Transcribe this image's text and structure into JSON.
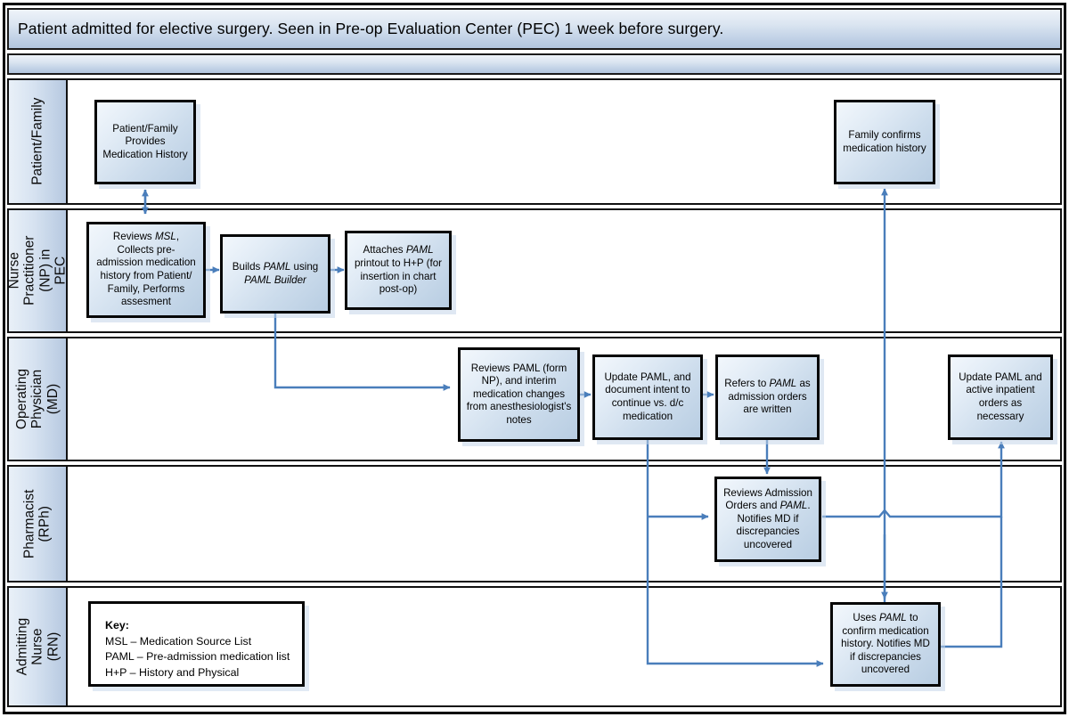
{
  "header": {
    "title": "Patient admitted for elective surgery. Seen in Pre-op Evaluation Center (PEC) 1 week before surgery."
  },
  "colors": {
    "connector": "#4a7ebb",
    "box_border": "#060606",
    "lane_header_fill": "#c3d3e7",
    "box_fill_light": "#f2f7fc",
    "box_fill_dark": "#b8cde2",
    "banner_fill": "#c3d3e7"
  },
  "lanes": [
    {
      "id": "patient-family",
      "label": "Patient/Family"
    },
    {
      "id": "nurse-practitioner",
      "label": "Nurse\nPractitioner\n(NP) in PEC"
    },
    {
      "id": "operating-physician",
      "label": "Operating\nPhysician (MD)"
    },
    {
      "id": "pharmacist",
      "label": "Pharmacist\n(RPh)"
    },
    {
      "id": "admitting-nurse",
      "label": "Admitting Nurse\n(RN)"
    }
  ],
  "nodes": [
    {
      "id": "patient-provides-history",
      "lane": "patient-family",
      "text": "Patient/Family Provides Medication History"
    },
    {
      "id": "family-confirms-history",
      "lane": "patient-family",
      "text": "Family confirms medication history"
    },
    {
      "id": "np-reviews-msl",
      "lane": "nurse-practitioner",
      "text": "Reviews MSL, Collects pre-admission medication history from Patient/Family, Performs assesment"
    },
    {
      "id": "np-builds-paml",
      "lane": "nurse-practitioner",
      "text": "Builds PAML using PAML Builder"
    },
    {
      "id": "np-attaches-paml",
      "lane": "nurse-practitioner",
      "text": "Attaches PAML printout to H+P (for insertion in chart post-op)"
    },
    {
      "id": "md-reviews-paml",
      "lane": "operating-physician",
      "text": "Reviews PAML (form NP), and interim medication changes from anesthesiologist's notes"
    },
    {
      "id": "md-update-paml",
      "lane": "operating-physician",
      "text": "Update PAML, and document intent to continue vs. d/c medication"
    },
    {
      "id": "md-refers-paml",
      "lane": "operating-physician",
      "text": "Refers to PAML as admission orders are written"
    },
    {
      "id": "md-update-active-orders",
      "lane": "operating-physician",
      "text": "Update PAML and active inpatient orders as necessary"
    },
    {
      "id": "rph-reviews-orders",
      "lane": "pharmacist",
      "text": "Reviews Admission Orders and PAML. Notifies MD if discrepancies uncovered"
    },
    {
      "id": "rn-uses-paml",
      "lane": "admitting-nurse",
      "text": "Uses PAML to confirm medication history. Notifies MD if discrepancies uncovered"
    }
  ],
  "key": {
    "title": "Key:",
    "entries": [
      "MSL – Medication Source List",
      "PAML – Pre-admission medication list",
      "H+P – History and Physical"
    ]
  },
  "connectors": [
    {
      "id": "np-reviews-to-patient",
      "from": "np-reviews-msl",
      "to": "patient-provides-history",
      "style": "double-vertical"
    },
    {
      "id": "np-reviews-to-builds",
      "from": "np-reviews-msl",
      "to": "np-builds-paml",
      "style": "horizontal"
    },
    {
      "id": "np-builds-to-attaches",
      "from": "np-builds-paml",
      "to": "np-attaches-paml",
      "style": "horizontal"
    },
    {
      "id": "np-builds-to-md-reviews",
      "from": "np-builds-paml",
      "to": "md-reviews-paml",
      "style": "elbow-down-right"
    },
    {
      "id": "md-reviews-to-update",
      "from": "md-reviews-paml",
      "to": "md-update-paml",
      "style": "horizontal"
    },
    {
      "id": "md-update-to-refers",
      "from": "md-update-paml",
      "to": "md-refers-paml",
      "style": "horizontal"
    },
    {
      "id": "md-refers-to-rph",
      "from": "md-refers-paml",
      "to": "rph-reviews-orders",
      "style": "vertical-down"
    },
    {
      "id": "md-update-to-rph",
      "from": "md-update-paml",
      "to": "rph-reviews-orders",
      "style": "elbow-down-right"
    },
    {
      "id": "md-update-to-rn",
      "from": "md-update-paml",
      "to": "rn-uses-paml",
      "style": "elbow-down-right"
    },
    {
      "id": "rph-to-rn-updates",
      "from": "rph-reviews-orders",
      "to": "md-update-active-orders",
      "style": "elbow-right-up"
    },
    {
      "id": "rn-to-md-update-active",
      "from": "rn-uses-paml",
      "to": "md-update-active-orders",
      "style": "elbow-right-up"
    },
    {
      "id": "rn-to-family-confirms",
      "from": "rn-uses-paml",
      "to": "family-confirms-history",
      "style": "vertical-up"
    }
  ]
}
